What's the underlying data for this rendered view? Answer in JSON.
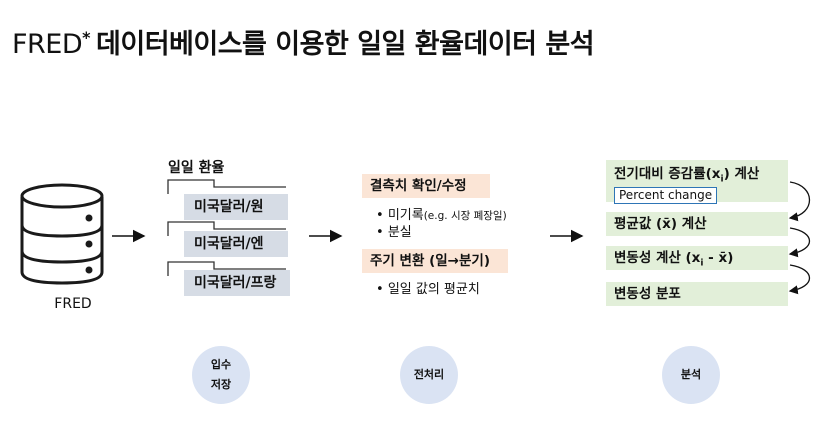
{
  "title": {
    "prefix": "FRED",
    "marker": "*",
    "main": "데이터베이스를 이용한 일일 환율데이터 분석"
  },
  "source": {
    "label": "FRED"
  },
  "daily_rates": {
    "label": "일일 환율",
    "files": [
      "미국달러/원",
      "미국달러/엔",
      "미국달러/프랑"
    ]
  },
  "preprocess": {
    "missing": {
      "title": "결측치 확인/수정",
      "bullets": [
        {
          "main": "미기록",
          "note": "(e.g. 시장 폐장일)"
        },
        {
          "main": "분실",
          "note": ""
        }
      ]
    },
    "period": {
      "title": "주기 변환 (일→분기)",
      "bullets": [
        {
          "main": "일일 값의 평균치",
          "note": ""
        }
      ]
    }
  },
  "analysis": {
    "steps": [
      {
        "label": "전기대비 증감률(x",
        "sub": "i",
        "suffix": ") 계산",
        "tag": "Percent change"
      },
      {
        "label": "평균값 (x̄) 계산"
      },
      {
        "label": "변동성 계산 (x",
        "sub": "i",
        "suffix": " - x̄)"
      },
      {
        "label": "변동성 분포"
      }
    ]
  },
  "phases": [
    "입수\n저장",
    "전처리",
    "분석"
  ],
  "colors": {
    "file_fill": "#d6dce5",
    "preprocess_fill": "#fbe5d6",
    "analysis_fill": "#e2efd9",
    "phase_fill": "#dae3f3",
    "tag_border": "#2e75b6"
  }
}
